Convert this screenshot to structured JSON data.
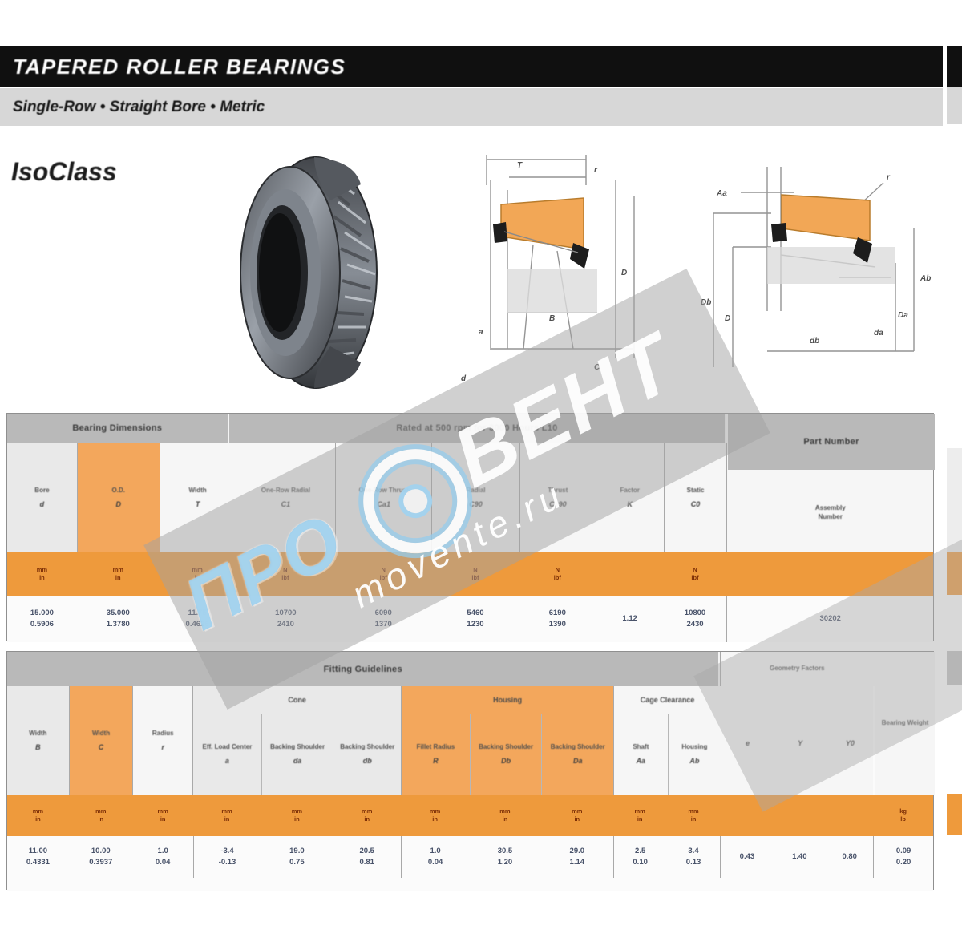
{
  "page": {
    "title": "TAPERED ROLLER BEARINGS",
    "subtitle": "Single-Row • Straight Bore • Metric",
    "brand": "IsoClass"
  },
  "colors": {
    "accent_orange": "#f3a75c",
    "unit_band_orange": "#ee9a3c",
    "group_gray": "#b9b9b9",
    "title_bar_black": "#101010",
    "watermark_blue": "#96ccec"
  },
  "watermark": {
    "word1": "ПРО",
    "word2": "ВЕНТ",
    "url": "movente.ru"
  },
  "diagram1": {
    "labels": {
      "T": "T",
      "r": "r",
      "B": "B",
      "a": "a",
      "C": "C",
      "D": "D",
      "d": "d"
    }
  },
  "diagram2": {
    "labels": {
      "Aa": "Aa",
      "r": "r",
      "Ab": "Ab",
      "Db": "Db",
      "D": "D",
      "db": "db",
      "da": "da",
      "Da": "Da"
    }
  },
  "table1": {
    "groups": {
      "dimensions": "Bearing Dimensions",
      "ratings": "Rated at 500 rpm for 3000 Hours L10",
      "part": "Part Number"
    },
    "cols": [
      {
        "label": "Bore",
        "sym": "d",
        "u1": "mm",
        "u2": "in",
        "v1": "15.000",
        "v2": "0.5906"
      },
      {
        "label": "O.D.",
        "sym": "D",
        "u1": "mm",
        "u2": "in",
        "v1": "35.000",
        "v2": "1.3780"
      },
      {
        "label": "Width",
        "sym": "T",
        "u1": "mm",
        "u2": "in",
        "v1": "11.75",
        "v2": "0.4626"
      },
      {
        "label": "One-Row Radial",
        "sym": "C1",
        "u1": "N",
        "u2": "lbf",
        "v1": "10700",
        "v2": "2410"
      },
      {
        "label": "One-Row Thrust",
        "sym": "Ca1",
        "u1": "N",
        "u2": "lbf",
        "v1": "6090",
        "v2": "1370"
      },
      {
        "label": "Radial",
        "sym": "C90",
        "u1": "N",
        "u2": "lbf",
        "v1": "5460",
        "v2": "1230"
      },
      {
        "label": "Thrust",
        "sym": "Ca90",
        "u1": "N",
        "u2": "lbf",
        "v1": "6190",
        "v2": "1390"
      },
      {
        "label": "Factor",
        "sym": "K",
        "u1": "",
        "u2": "",
        "v1": "1.12",
        "v2": ""
      },
      {
        "label": "Static",
        "sym": "C0",
        "u1": "N",
        "u2": "lbf",
        "v1": "10800",
        "v2": "2430"
      },
      {
        "label": "Assembly",
        "sym": "Number",
        "u1": "",
        "u2": "",
        "v1": "30202",
        "v2": ""
      }
    ]
  },
  "table2": {
    "band": "Fitting Guidelines",
    "groups": {
      "cone": "Cone",
      "housing": "Housing",
      "cage": "Cage Clearance",
      "geometry": "Geometry Factors",
      "weight": "Bearing Weight"
    },
    "cols": [
      {
        "label": "Width",
        "sym": "B",
        "u1": "mm",
        "u2": "in",
        "v1": "11.00",
        "v2": "0.4331"
      },
      {
        "label": "Width",
        "sym": "C",
        "u1": "mm",
        "u2": "in",
        "v1": "10.00",
        "v2": "0.3937"
      },
      {
        "label": "Radius",
        "sym": "r",
        "u1": "mm",
        "u2": "in",
        "v1": "1.0",
        "v2": "0.04"
      },
      {
        "label": "Eff. Load Center",
        "sym": "a",
        "u1": "mm",
        "u2": "in",
        "v1": "-3.4",
        "v2": "-0.13"
      },
      {
        "label": "Backing Shoulder",
        "sym": "da",
        "u1": "mm",
        "u2": "in",
        "v1": "19.0",
        "v2": "0.75"
      },
      {
        "label": "Backing Shoulder",
        "sym": "db",
        "u1": "mm",
        "u2": "in",
        "v1": "20.5",
        "v2": "0.81"
      },
      {
        "label": "Fillet Radius",
        "sym": "R",
        "u1": "mm",
        "u2": "in",
        "v1": "1.0",
        "v2": "0.04"
      },
      {
        "label": "Backing Shoulder",
        "sym": "Db",
        "u1": "mm",
        "u2": "in",
        "v1": "30.5",
        "v2": "1.20"
      },
      {
        "label": "Backing Shoulder",
        "sym": "Da",
        "u1": "mm",
        "u2": "in",
        "v1": "29.0",
        "v2": "1.14"
      },
      {
        "label": "Shaft",
        "sym": "Aa",
        "u1": "mm",
        "u2": "in",
        "v1": "2.5",
        "v2": "0.10"
      },
      {
        "label": "Housing",
        "sym": "Ab",
        "u1": "mm",
        "u2": "in",
        "v1": "3.4",
        "v2": "0.13"
      },
      {
        "label": "",
        "sym": "e",
        "u1": "",
        "u2": "",
        "v1": "0.43",
        "v2": ""
      },
      {
        "label": "",
        "sym": "Y",
        "u1": "",
        "u2": "",
        "v1": "1.40",
        "v2": ""
      },
      {
        "label": "",
        "sym": "Y0",
        "u1": "",
        "u2": "",
        "v1": "0.80",
        "v2": ""
      },
      {
        "label": "",
        "sym": "",
        "u1": "kg",
        "u2": "lb",
        "v1": "0.09",
        "v2": "0.20"
      }
    ]
  }
}
